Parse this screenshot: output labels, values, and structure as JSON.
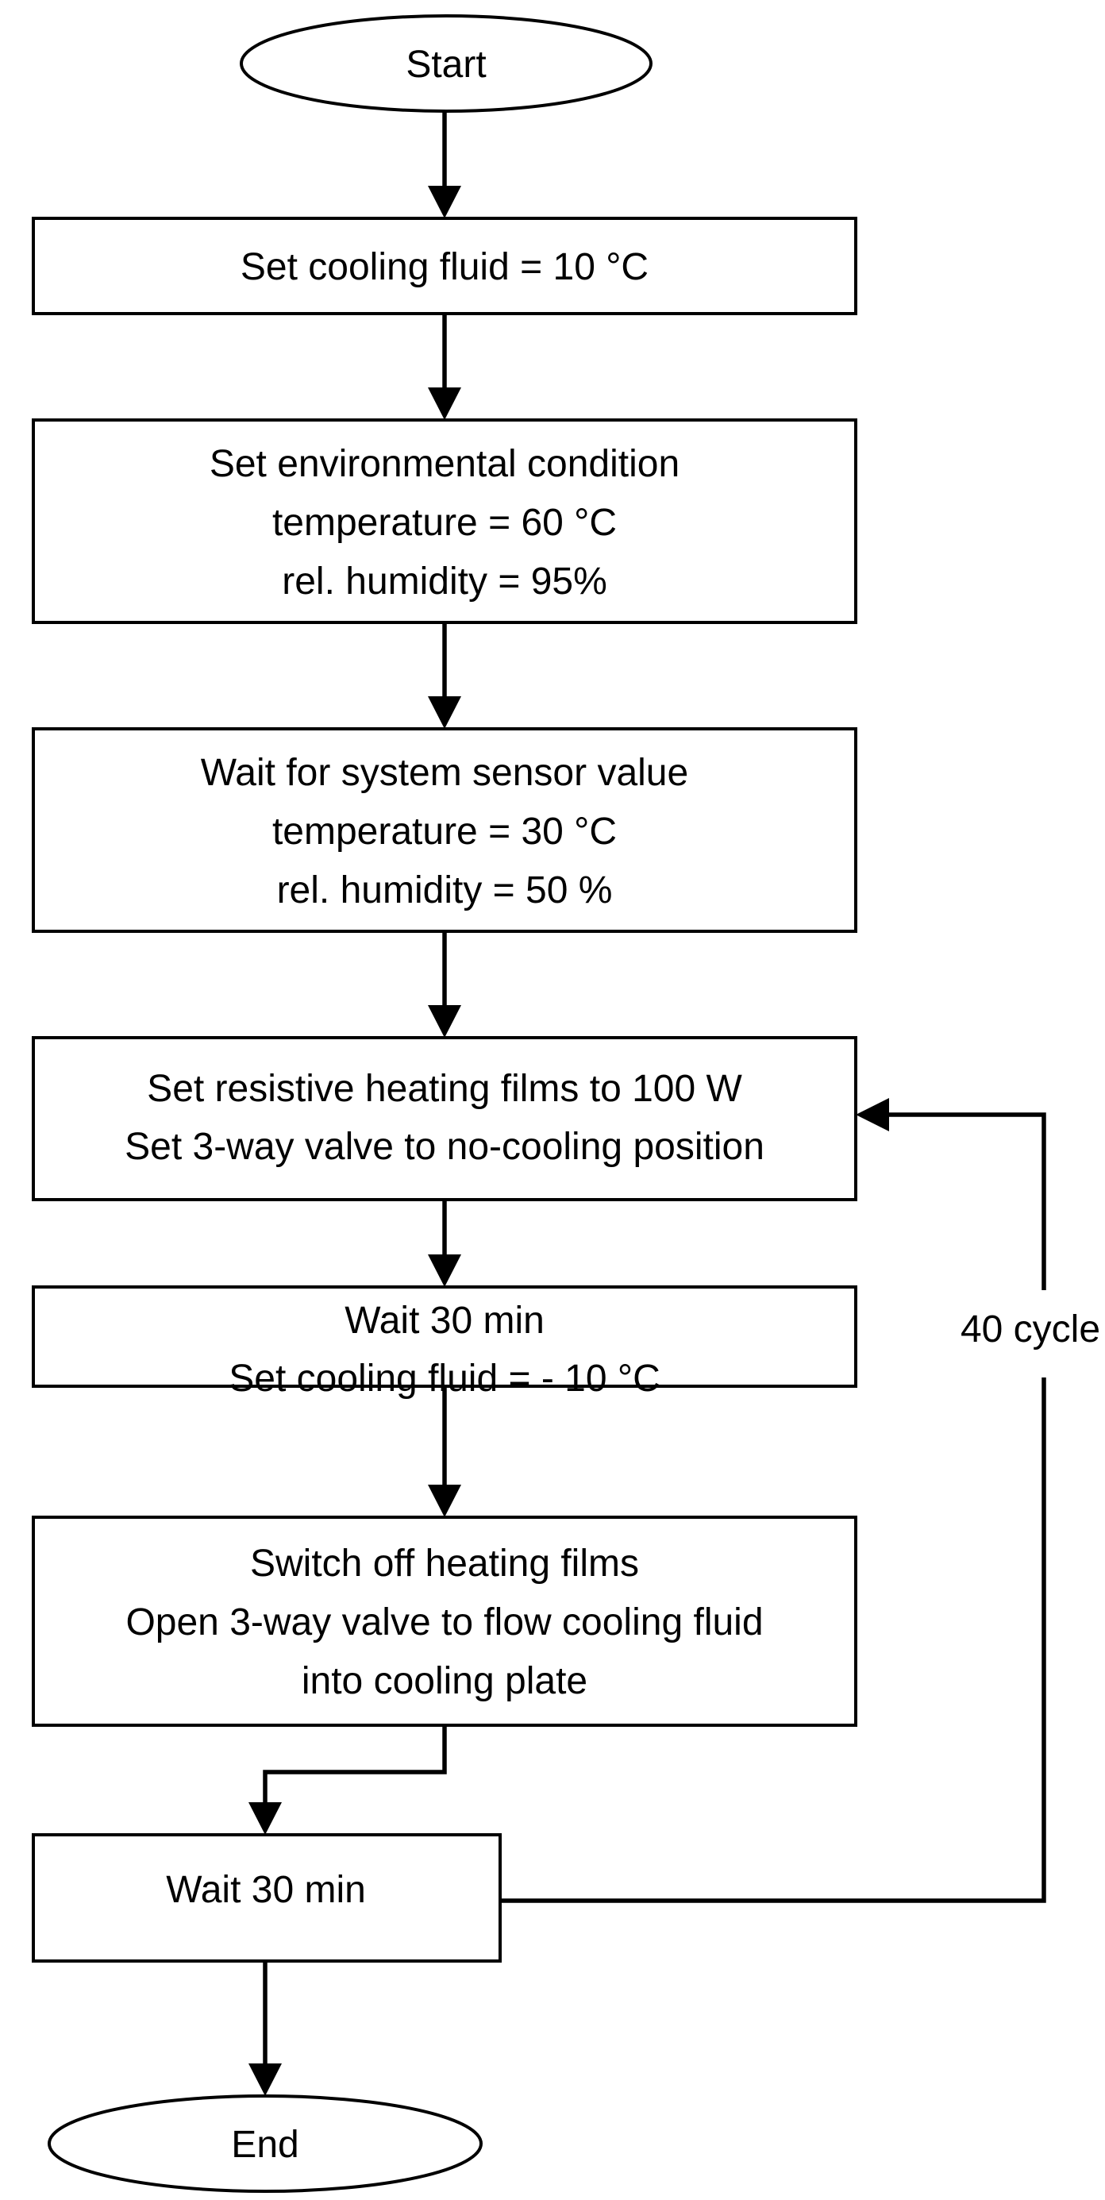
{
  "flowchart": {
    "start": "Start",
    "step1": [
      "Set cooling fluid = 10 °C"
    ],
    "step2": [
      "Set environmental condition",
      "temperature = 60 °C",
      "rel. humidity = 95%"
    ],
    "step3": [
      "Wait for system sensor value",
      "temperature = 30 °C",
      "rel. humidity = 50 %"
    ],
    "step4": [
      "Set resistive heating films to  100 W",
      "Set 3-way valve to no-cooling position"
    ],
    "step5": [
      "Wait 30 min",
      "Set cooling fluid = - 10 °C"
    ],
    "step6": [
      "Switch off heating films",
      "Open 3-way valve to flow cooling fluid",
      "into cooling plate"
    ],
    "step7": [
      "Wait 30 min"
    ],
    "end": "End",
    "loop_label": "40 cycle"
  }
}
